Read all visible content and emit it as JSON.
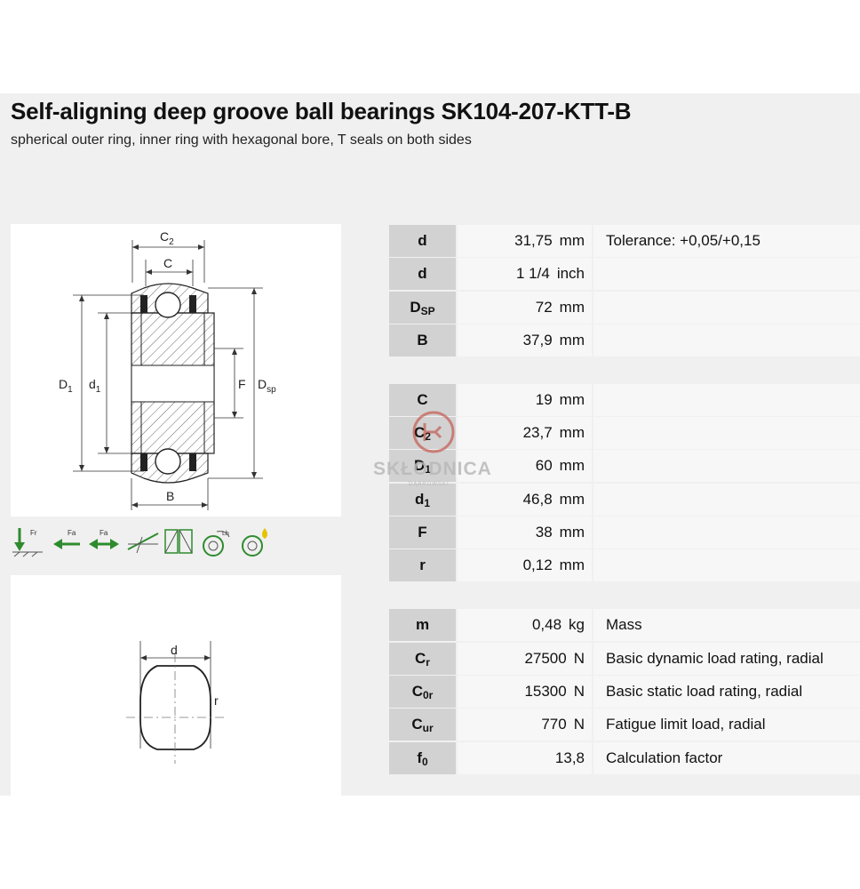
{
  "header": {
    "title": "Self-aligning deep groove ball bearings SK104-207-KTT-B",
    "subtitle": "spherical outer ring, inner ring with hexagonal bore, T seals on both sides"
  },
  "drawing_labels": {
    "c2": "C",
    "c2_sub": "2",
    "c": "C",
    "d1_outer": "D",
    "d1_outer_sub": "1",
    "d1_inner": "d",
    "d1_inner_sub": "1",
    "f": "F",
    "dsp": "D",
    "dsp_sub": "sp",
    "b": "B",
    "bore_d": "d",
    "bore_r": "r"
  },
  "load_icons": [
    "radial-load-icon",
    "axial-load-left-icon",
    "axial-load-both-icon",
    "misalignment-icon",
    "mounting-icon",
    "speed-icon",
    "lubrication-icon"
  ],
  "specs_group1": [
    {
      "sym": "d",
      "sub": "",
      "value": "31,75",
      "unit": "mm",
      "desc": "Tolerance: +0,05/+0,15"
    },
    {
      "sym": "d",
      "sub": "",
      "value": "1 1/4",
      "unit": "inch",
      "desc": ""
    },
    {
      "sym": "D",
      "sub": "SP",
      "value": "72",
      "unit": "mm",
      "desc": ""
    },
    {
      "sym": "B",
      "sub": "",
      "value": "37,9",
      "unit": "mm",
      "desc": ""
    }
  ],
  "specs_group2": [
    {
      "sym": "C",
      "sub": "",
      "value": "19",
      "unit": "mm",
      "desc": ""
    },
    {
      "sym": "C",
      "sub": "2",
      "value": "23,7",
      "unit": "mm",
      "desc": ""
    },
    {
      "sym": "D",
      "sub": "1",
      "value": "60",
      "unit": "mm",
      "desc": ""
    },
    {
      "sym": "d",
      "sub": "1",
      "value": "46,8",
      "unit": "mm",
      "desc": ""
    },
    {
      "sym": "F",
      "sub": "",
      "value": "38",
      "unit": "mm",
      "desc": ""
    },
    {
      "sym": "r",
      "sub": "",
      "value": "0,12",
      "unit": "mm",
      "desc": ""
    }
  ],
  "specs_group3": [
    {
      "sym": "m",
      "sub": "",
      "value": "0,48",
      "unit": "kg",
      "desc": "Mass"
    },
    {
      "sym": "C",
      "sub": "r",
      "value": "27500",
      "unit": "N",
      "desc": "Basic dynamic load rating, radial"
    },
    {
      "sym": "C",
      "sub": "0r",
      "value": "15300",
      "unit": "N",
      "desc": "Basic static load rating, radial"
    },
    {
      "sym": "C",
      "sub": "ur",
      "value": "770",
      "unit": "N",
      "desc": "Fatigue limit load, radial"
    },
    {
      "sym": "f",
      "sub": "0",
      "value": "13,8",
      "unit": "",
      "desc": "Calculation factor"
    }
  ],
  "watermark": {
    "text": "SKŁODNICA",
    "sub": "DĄBROWSKI"
  },
  "colors": {
    "background": "#f0f0f0",
    "symbol_cell": "#d2d2d2",
    "value_cell": "#f7f7f7",
    "icon_green": "#2e8b2e",
    "watermark_red": "#c0392b"
  }
}
